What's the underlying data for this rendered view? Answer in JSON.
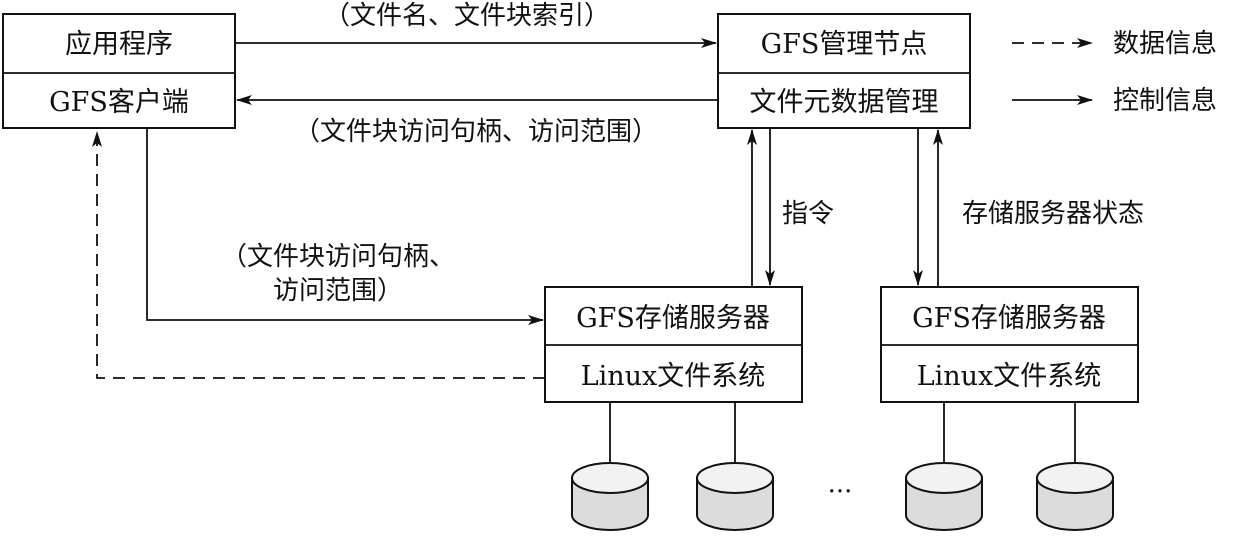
{
  "client": {
    "app_label": "应用程序",
    "client_label": "GFS客户端"
  },
  "master": {
    "title": "GFS管理节点",
    "metadata": "文件元数据管理"
  },
  "chunkservers": [
    {
      "title": "GFS存储服务器",
      "fs": "Linux文件系统"
    },
    {
      "title": "GFS存储服务器",
      "fs": "Linux文件系统"
    }
  ],
  "edges": {
    "client_to_master": "（文件名、文件块索引）",
    "master_to_client": "（文件块访问句柄、访问范围）",
    "instructions": "指令",
    "server_status": "存储服务器状态",
    "client_to_server_line1": "（文件块访问句柄、",
    "client_to_server_line2": "访问范围）"
  },
  "legend": {
    "data_info": "数据信息",
    "control_info": "控制信息"
  },
  "ellipsis": "···"
}
